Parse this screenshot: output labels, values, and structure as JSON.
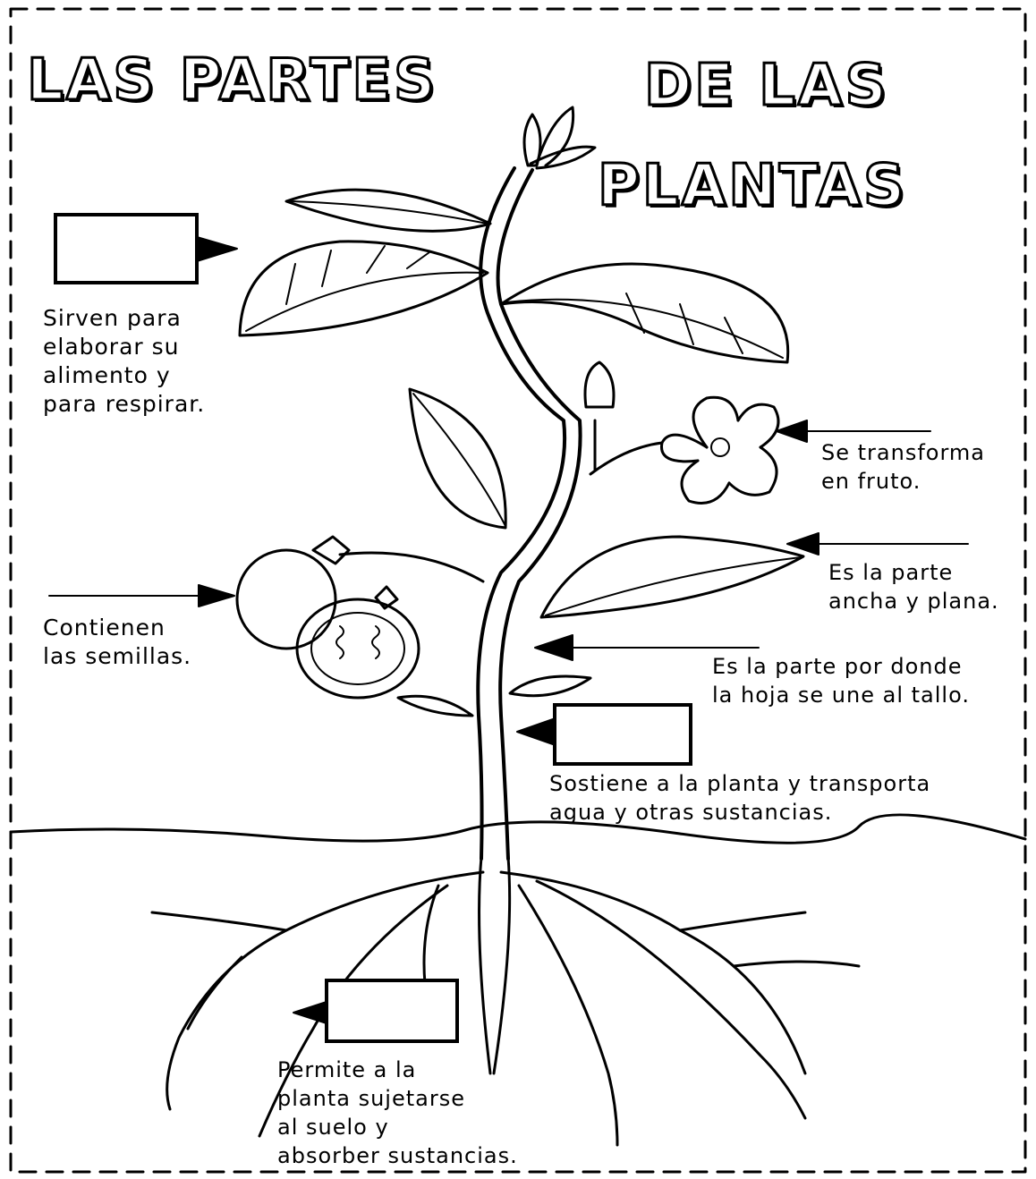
{
  "title": {
    "line1_left": "LAS PARTES",
    "line1_right": "DE LAS",
    "line2": "PLANTAS"
  },
  "labels": {
    "leaves": "Sirven para\nelaborar su\nalimento y\npara respirar.",
    "flower": "Se transforma\nen fruto.",
    "fruit": "Contienen\nlas semillas.",
    "leaf_blade": "Es la parte\nancha y plana.",
    "petiole": "Es la parte por donde\nla hoja se une al tallo.",
    "stem": "Sostiene a la planta y transporta\nagua y otras sustancias.",
    "root": "Permite a la\nplanta sujetarse\nal suelo y\nabsorber sustancias."
  },
  "answer_boxes": {
    "leaves": "",
    "stem": "",
    "root": ""
  },
  "colors": {
    "ink": "#000000",
    "paper": "#ffffff"
  }
}
